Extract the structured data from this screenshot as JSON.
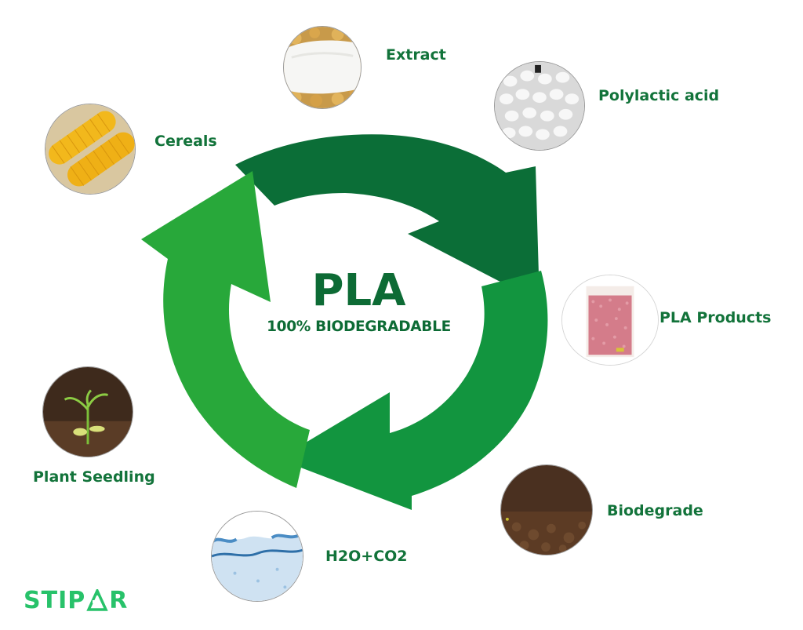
{
  "diagram": {
    "title": "PLA",
    "subtitle": "100% BIODEGRADABLE",
    "colors": {
      "arrow_top": "#0b6e37",
      "arrow_right": "#12953f",
      "arrow_left": "#28a83a",
      "label_text": "#12733a",
      "logo": "#28c26a"
    },
    "stages": [
      {
        "label": "Extract",
        "image": "white starch powder on corn kernels"
      },
      {
        "label": "Polylactic acid",
        "image": "white PLA pellets"
      },
      {
        "label": "PLA Products",
        "image": "bag of pink PLA beads"
      },
      {
        "label": "Biodegrade",
        "image": "brown soil"
      },
      {
        "label": "H2O+CO2",
        "image": "blue water splash"
      },
      {
        "label": "Plant Seedling",
        "image": "seedling sprouting in soil"
      },
      {
        "label": "Cereals",
        "image": "yellow corn cobs"
      }
    ]
  },
  "logo": {
    "text_left": "STIP",
    "text_right": "R",
    "icon": "recycle-triangle-icon"
  }
}
